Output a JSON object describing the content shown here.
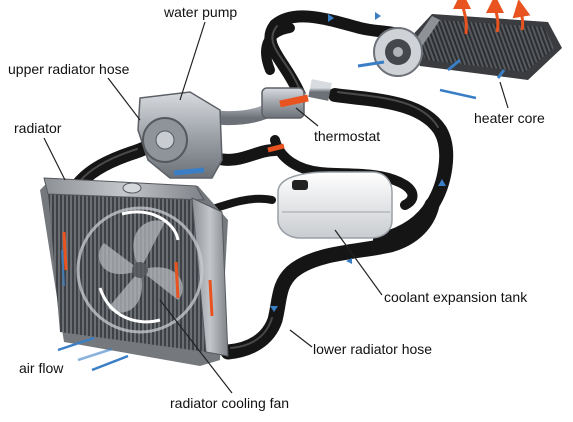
{
  "labels": {
    "water_pump": "water pump",
    "upper_radiator_hose": "upper radiator hose",
    "radiator": "radiator",
    "thermostat": "thermostat",
    "heater_core": "heater core",
    "coolant_expansion_tank": "coolant expansion tank",
    "lower_radiator_hose": "lower radiator hose",
    "air_flow": "air flow",
    "radiator_cooling_fan": "radiator cooling fan"
  },
  "colors": {
    "hose": "#151515",
    "hose_highlight": "#4a4a4a",
    "metal": "#a9adb3",
    "metal_dark": "#6e737a",
    "radiator_fin": "#5a5d62",
    "hot_flow": "#e8531f",
    "cold_flow": "#3a7fc6",
    "leader_line": "#222222",
    "tank": "#e9eaec"
  }
}
